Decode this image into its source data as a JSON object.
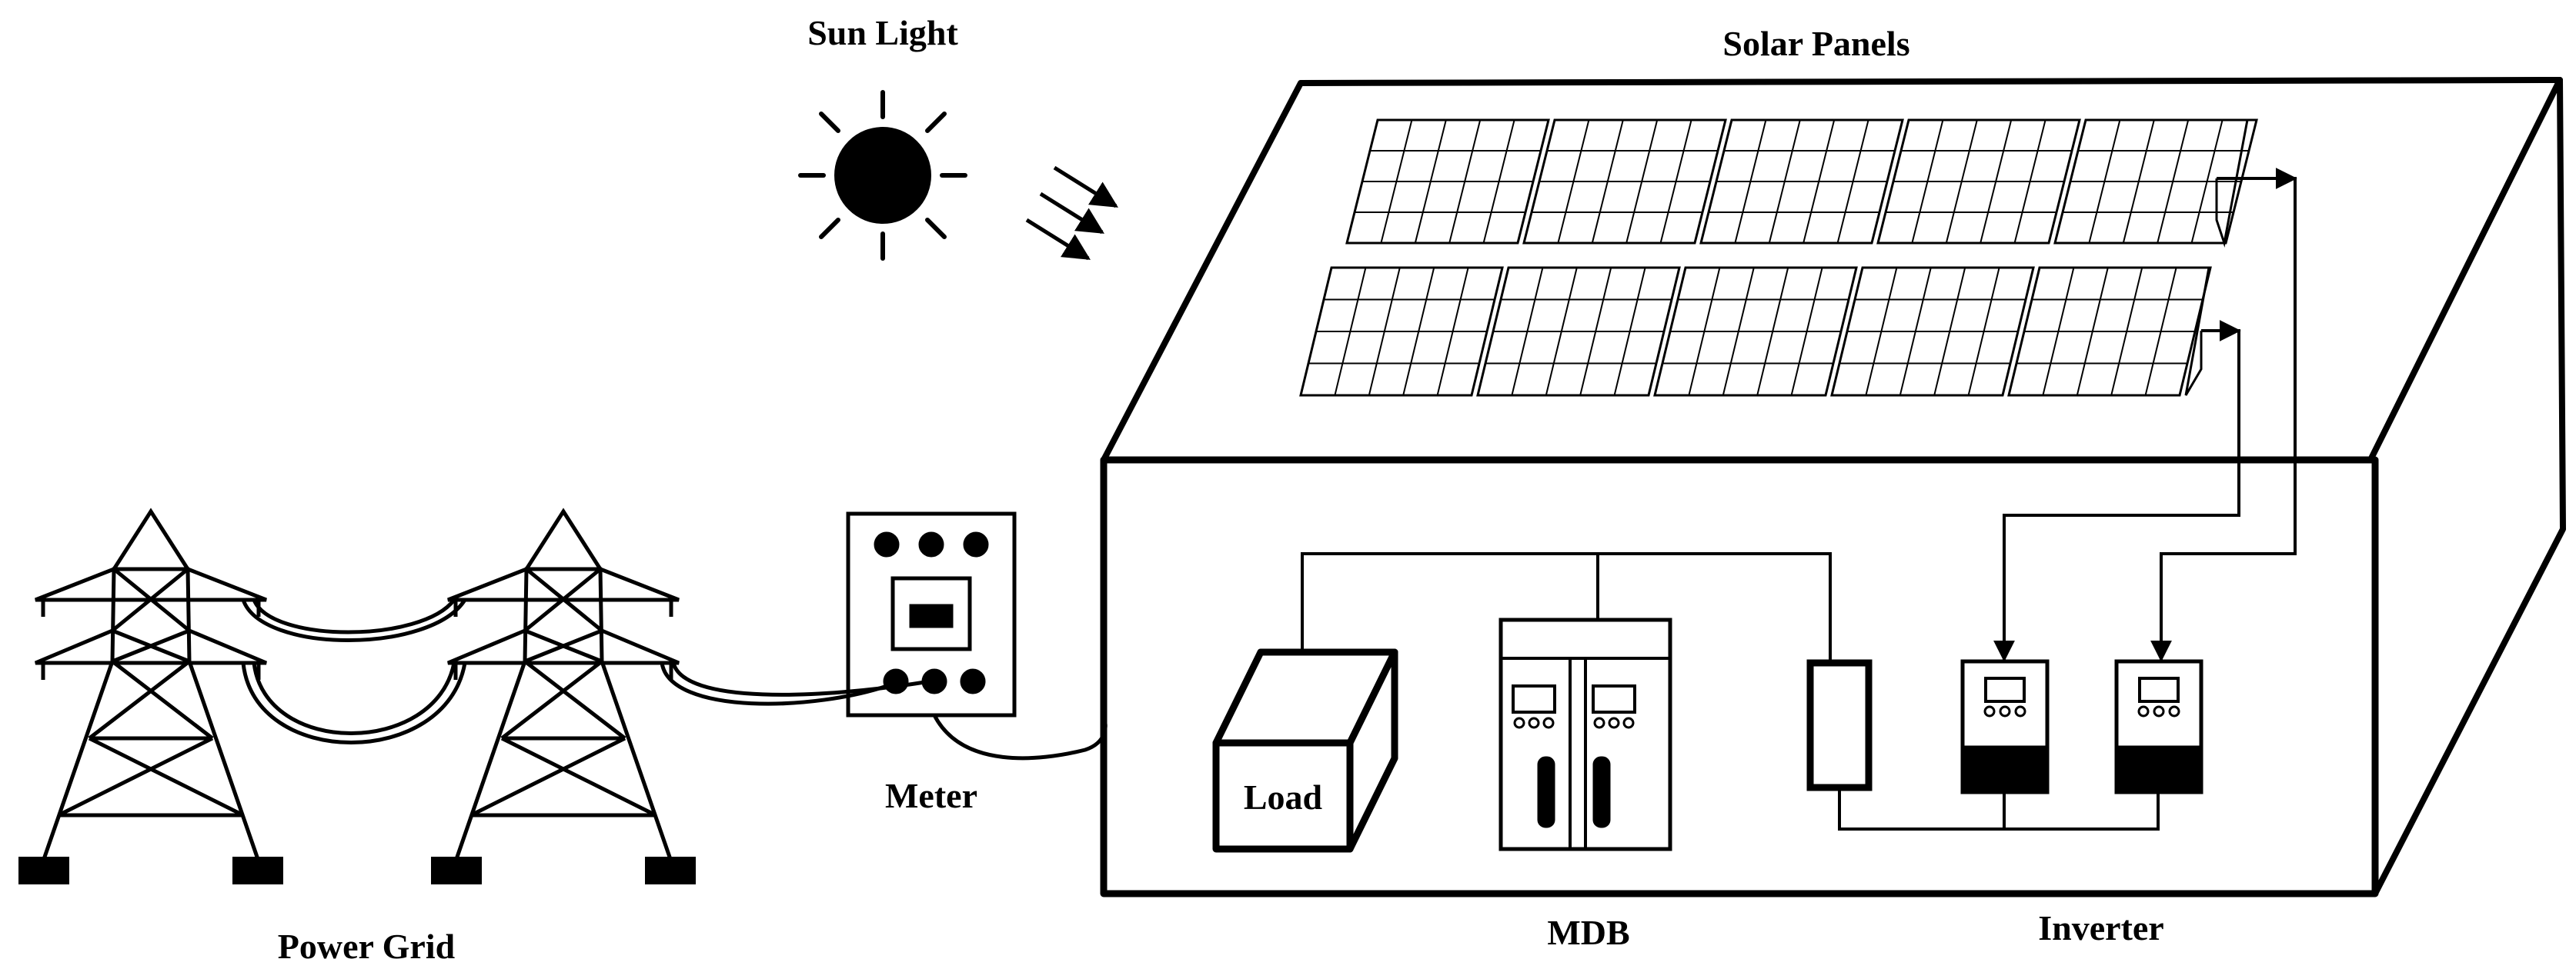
{
  "labels": {
    "sun": "Sun Light",
    "panels": "Solar Panels",
    "grid": "Power Grid",
    "meter": "Meter",
    "load": "Load",
    "mdb": "MDB",
    "inverter": "Inverter"
  },
  "colors": {
    "ink": "#000000",
    "paper": "#ffffff"
  }
}
